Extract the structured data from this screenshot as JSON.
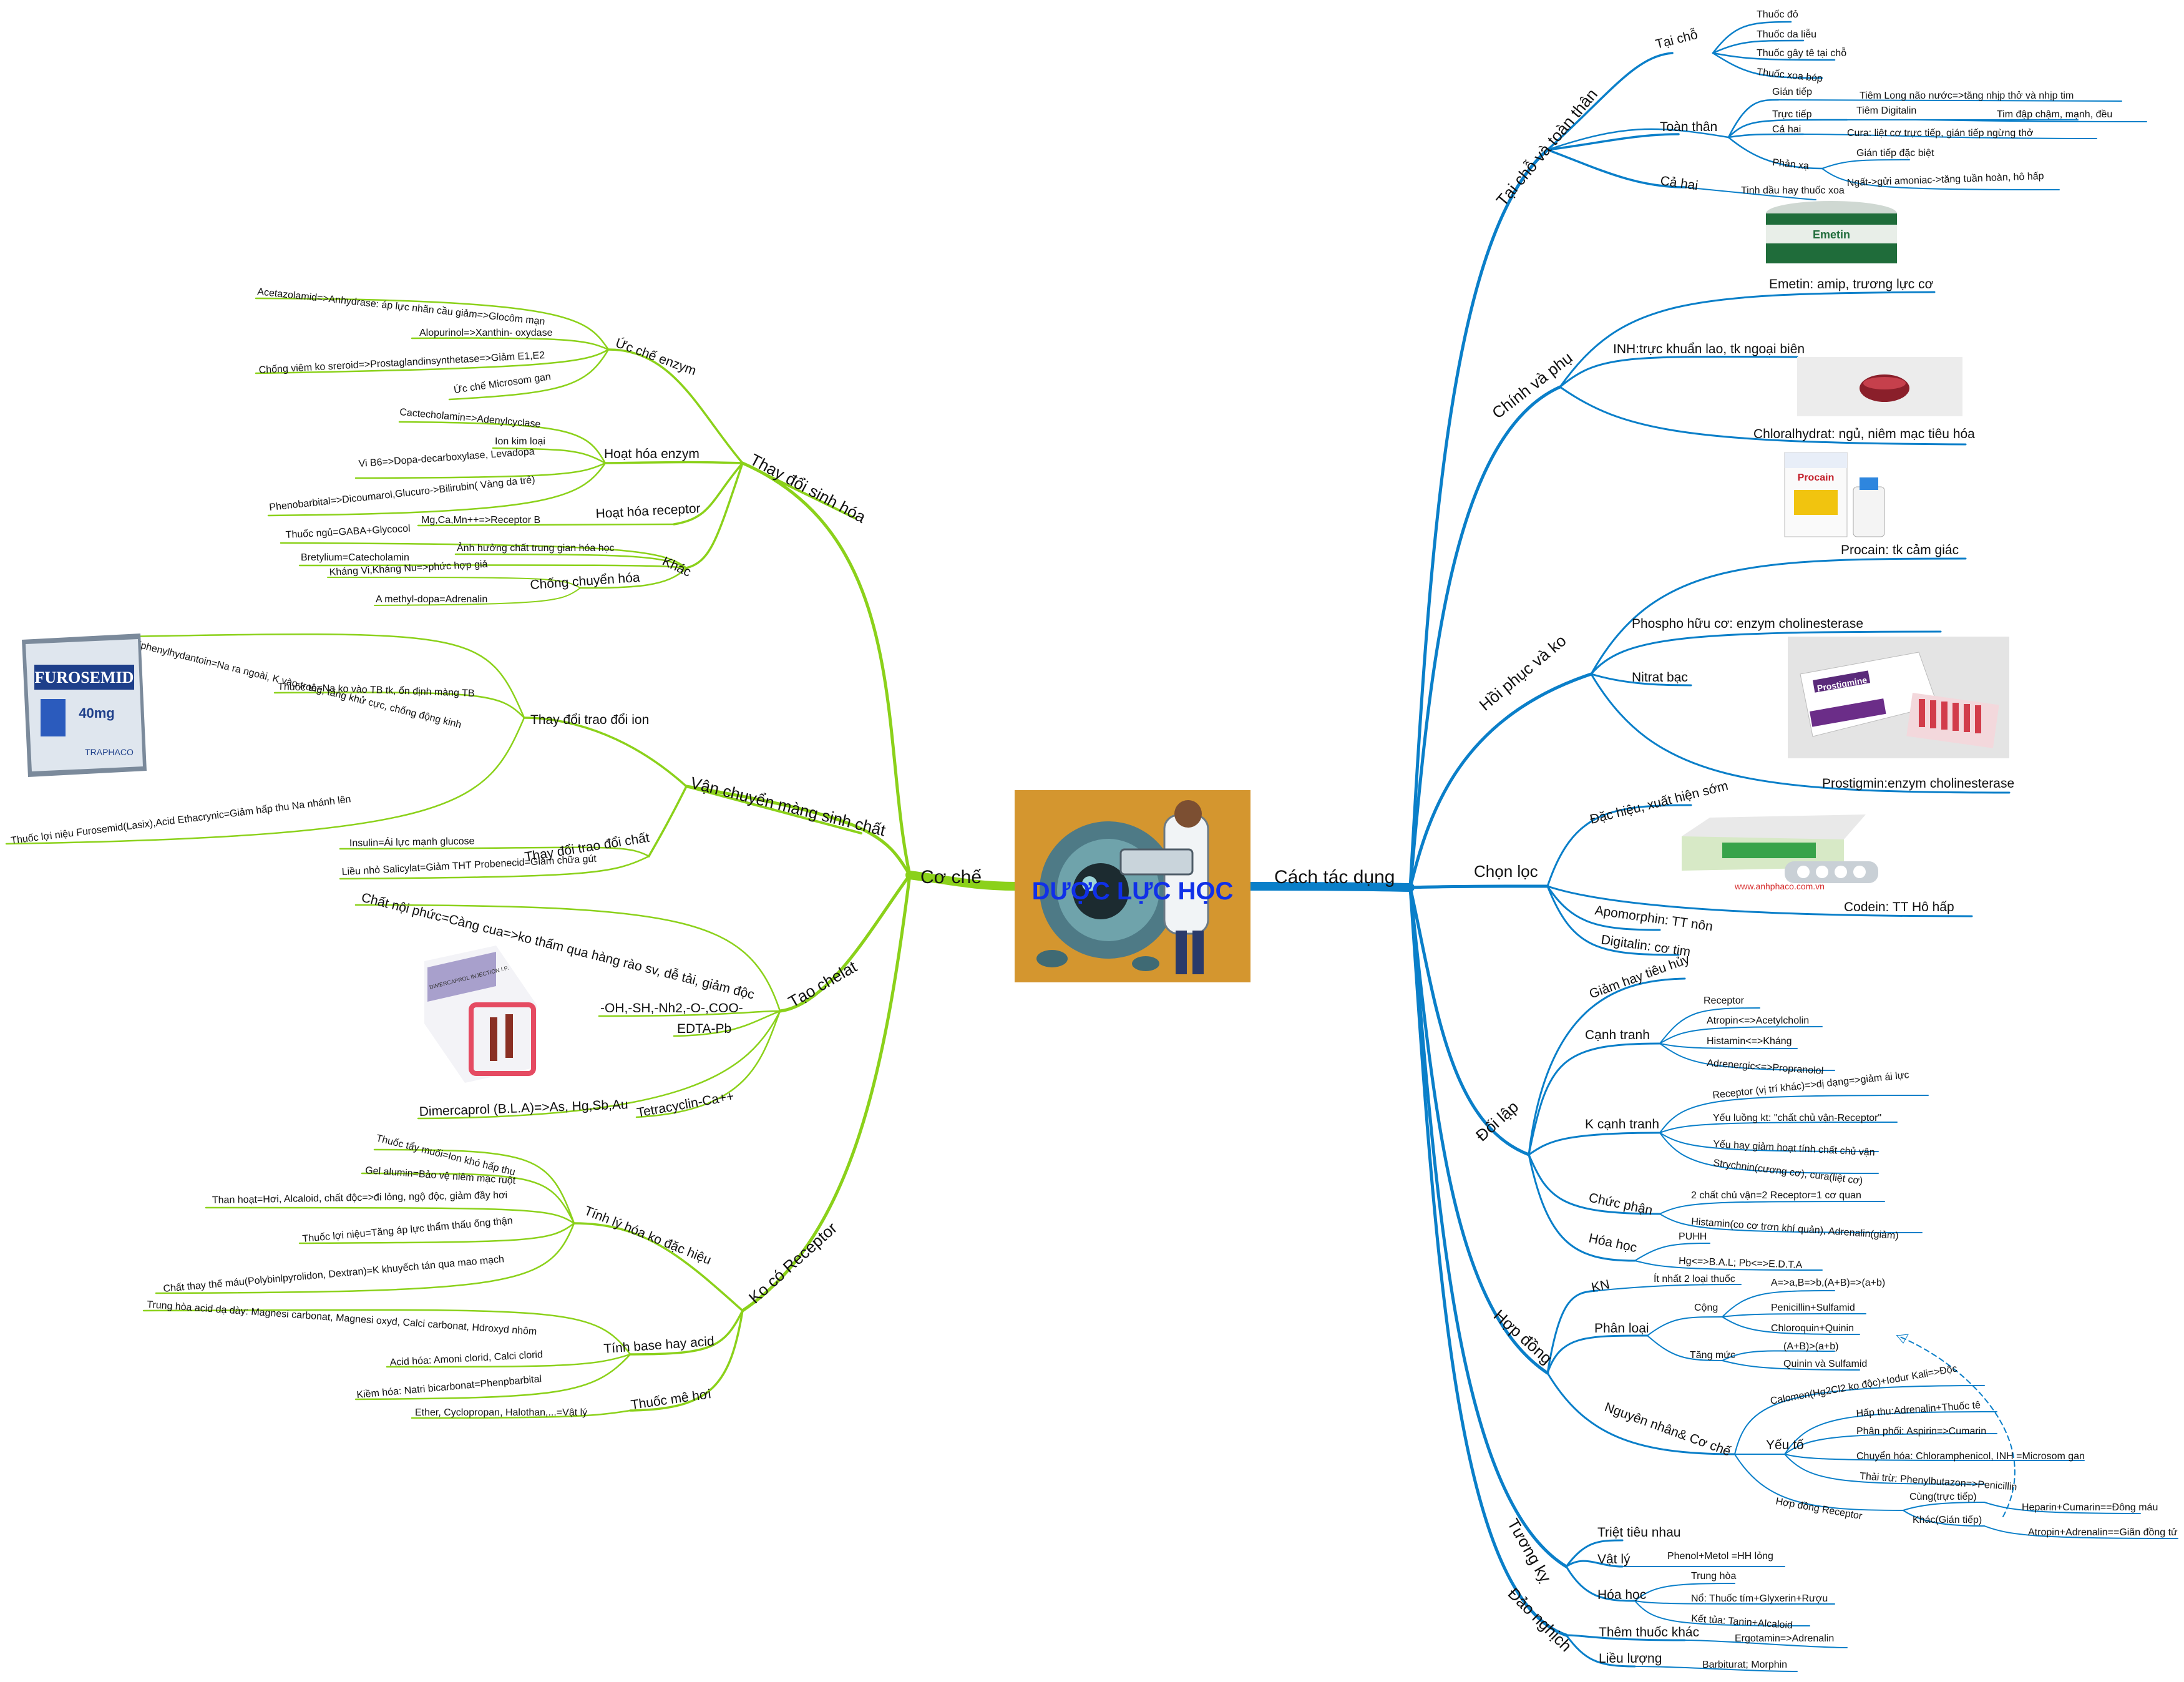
{
  "center": {
    "title": "DƯỢC LỰC HỌC"
  },
  "colors": {
    "left_branch": "#8bd11a",
    "right_branch": "#0a7fc9",
    "title": "#1030e8"
  },
  "left": {
    "label": "Cơ chế",
    "thay_doi_sinh_hoa": {
      "label": "Thay đổi sinh hóa",
      "uc_che_enzym": {
        "label": "Ức chế enzym",
        "items": [
          "Acetazolamid=>Anhydrase: áp lực nhãn cầu giảm=>Glocôm mạn",
          "Alopurinol=>Xanthin- oxydase",
          "Chống viêm ko sreroid=>Prostaglandinsynthetase=>Giảm E1,E2",
          "Ức chế Microsom gan"
        ]
      },
      "hoat_hoa_enzym": {
        "label": "Hoạt hóa enzym",
        "items": [
          "Cactecholamin=>Adenylcyclase",
          "Ion kim loại",
          "Vi B6=>Dopa-decarboxylase, Levadopa",
          "Phenobarbital=>Dicoumarol,Glucuro->Bilirubin( Vàng da trẻ)"
        ]
      },
      "hoat_hoa_receptor": {
        "label": "Hoạt hóa receptor",
        "items": [
          "Mg,Ca,Mn++=>Receptor B"
        ]
      },
      "khac": {
        "label": "Khác",
        "items": [
          "Thuốc ngủ=GABA+Glycocol",
          "Ảnh hưởng chất trung gian hóa học",
          "Bretylium=Catecholamin"
        ],
        "chong_chuyen_hoa": {
          "label": "Chống chuyển hóa",
          "items": [
            "Kháng Vi,Kháng Nu=>phức hợp giả",
            "A methyl-dopa=Adrenalin"
          ]
        }
      }
    },
    "van_chuyen": {
      "label": "Vận chuyển màng sinh chất",
      "thay_doi_trao_doi_ion": {
        "label": "Thay đổi trao đổi ion",
        "items": [
          "Diphenylhydantoin=Na ra ngoài, K vào trong, tăng khử cực, chống động kinh",
          "Thuốc tê=Na ko vào TB tk, ổn định màng TB",
          "Thuốc lợi niệu Furosemid(Lasix),Acid Ethacrynic=Giảm hấp thu Na nhánh lên"
        ]
      },
      "thay_doi_trao_doi_chat": {
        "label": "Thay đổi trao đổi chất",
        "items": [
          "Insulin=Ái lực mạnh glucose",
          "Liều nhỏ Salicylat=Giảm THT Probenecid=Giảm chữa gút"
        ]
      },
      "image_label": "FUROSEMID",
      "image_sub": "40mg",
      "image_brand": "TRAPHACO"
    },
    "tao_chelat": {
      "label": "Tạo chelat",
      "items": [
        "Chất nội phức=Càng cua=>ko thấm qua hàng rào sv, dễ tải, giảm độc",
        "-OH,-SH,-Nh2,-O-,COO-",
        "EDTA-Pb",
        "Dimercaprol (B.L.A)=>As, Hg,Sb,Au",
        "Tetracyclin-Ca++"
      ],
      "image_label": "DIMERCAPROL INJECTION I.P."
    },
    "ko_co_receptor": {
      "label": "Ko có Receptor",
      "tinh_ly_hoa": {
        "label": "Tính lý hóa ko đặc hiệu",
        "items": [
          "Thuốc tẩy muối=Ion khó hấp thu",
          "Gel alumin=Bảo vệ niêm mạc ruột",
          "Than hoạt=Hơi, Alcaloid, chất độc=>đi lỏng, ngộ độc, giảm đầy hơi",
          "Thuốc lợi niệu=Tăng áp lực thẩm thấu ống thận",
          "Chất thay thế máu(Polybinlpyrolidon, Dextran)=K khuyếch tán qua mao mạch"
        ]
      },
      "tinh_base": {
        "label": "Tính base hay acid",
        "items": [
          "Trung hòa acid dạ dày: Magnesi carbonat, Magnesi oxyd, Calci carbonat, Hdroxyd nhôm",
          "Acid hóa: Amoni clorid, Calci clorid",
          "Kiềm hóa: Natri bicarbonat=Phenpbarbital"
        ]
      },
      "thuoc_me_hoi": {
        "label": "Thuốc mê hơi",
        "items": [
          "Ether, Cyclopropan, Halothan,...=Vật lý"
        ]
      }
    }
  },
  "right": {
    "label": "Cách tác dụng",
    "tai_cho": {
      "label": "Tại chỗ và toàn thân",
      "tai_cho_sub": {
        "label": "Tại chỗ",
        "items": [
          "Thuốc đỏ",
          "Thuốc da liễu",
          "Thuốc gây tê tại chỗ",
          "Thuốc xoa bóp"
        ]
      },
      "toan_than": {
        "label": "Toàn thân",
        "gian_tiep": "Gián tiếp",
        "gian_tiep_v": "Tiêm Long não nước=>tăng nhịp thở và nhịp tim",
        "truc_tiep": "Trực tiếp",
        "truc_tiep_v": "Tiêm Digitalin",
        "truc_tiep_v2": "Tim đập chậm, mạnh, đều",
        "ca_hai": "Cả hai",
        "ca_hai_v": "Cura: liệt cơ trực tiếp, gián tiếp ngừng thở",
        "phan_xa": "Phản xạ",
        "phan_xa_v1": "Gián tiếp đặc biệt",
        "phan_xa_v2": "Ngất->gửi amoniac->tăng tuần hoàn, hô hấp"
      },
      "ca_hai2": {
        "label": "Cả hai",
        "value": "Tinh dầu hay thuốc xoa"
      }
    },
    "chinh_phu": {
      "label": "Chính và phụ",
      "items": [
        "Emetin: amip, trương lực cơ",
        "INH:trực khuẩn lao, tk ngoại biên",
        "Chloralhydrat: ngủ, niêm mạc tiêu hóa"
      ],
      "image_label": "Emetin"
    },
    "hoi_phuc": {
      "label": "Hồi phục và ko",
      "items": [
        "Procain: tk cảm giác",
        "Phospho hữu cơ: enzym cholinesterase",
        "Nitrat bạc",
        "Prostigmin:enzym cholinesterase"
      ],
      "img1_label": "Procain",
      "img2_label": "Prostigmine"
    },
    "chon_loc": {
      "label": "Chọn lọc",
      "items": [
        "Đặc hiệu, xuất hiện sớm",
        "Codein: TT Hô hấp",
        "Apomorphin: TT nôn",
        "Digitalin: cơ tim"
      ],
      "image_url": "www.anhphaco.com.vn"
    },
    "doi_lap": {
      "label": "Đối lập",
      "giam_tieu_huy": "Giảm hay tiêu hủy",
      "canh_tranh": {
        "label": "Cạnh tranh",
        "items": [
          "Receptor",
          "Atropin<=>Acetylcholin",
          "Histamin<=>Kháng",
          "Adrenergic<=>Propranolol"
        ]
      },
      "k_canh_tranh": {
        "label": "K cạnh tranh",
        "items": [
          "Receptor (vị trí khác)=>dị dạng=>giảm ái lực",
          "Yếu luồng kt: \"chất chủ vận-Receptor\"",
          "Yếu hay giảm hoạt tính chất chủ vận",
          "Strychnin(cương cơ), cura(liệt cơ)"
        ]
      },
      "chuc_phan": {
        "label": "Chức phận",
        "items": [
          "2 chất chủ vận=2 Receptor=1 cơ quan",
          "Histamin(co cơ trơn khí quản), Adrenalin(giảm)"
        ]
      },
      "hoa_hoc": {
        "label": "Hóa học",
        "items": [
          "PUHH",
          "Hg<=>B.A.L; Pb<=>E.D.T.A"
        ]
      }
    },
    "hop_dong": {
      "label": "Hợp đồng",
      "kn": {
        "label": "KN",
        "value": "Ít nhất 2 loại thuốc"
      },
      "phan_loai": {
        "label": "Phân loại",
        "cong": {
          "label": "Cộng",
          "items": [
            "A=>a,B=>b,(A+B)=>(a+b)",
            "Penicillin+Sulfamid",
            "Chloroquin+Quinin"
          ]
        },
        "tang_muc": {
          "label": "Tăng mức",
          "items": [
            "(A+B)>(a+b)",
            "Quinin và Sulfamid"
          ]
        }
      },
      "nguyen_nhan": {
        "label": "Nguyên nhân& Cơ chế",
        "calomen": "Calomen(Hg2Cl2 ko độc)+Iodur Kali=>Độc",
        "yeu_to": {
          "label": "Yếu tố",
          "items": [
            "Hấp thu:Adrenalin+Thuốc tê",
            "Phân phối: Aspirin=>Cumarin",
            "Chuyển hóa: Chloramphenicol, INH =Microsom gan",
            "Thải trừ: Phenylbutazon=>Penicillin"
          ]
        },
        "hop_dong_receptor": {
          "label": "Hợp đồng Receptor",
          "cung": "Cùng(trực tiếp)",
          "khac": "Khác(Gián tiếp)",
          "cung_v": "Heparin+Cumarin==Đông máu",
          "khac_v": "Atropin+Adrenalin==Giãn đồng tử"
        }
      }
    },
    "tuong_ky": {
      "label": "Tương kỵ",
      "triet_tieu": "Triệt tiêu nhau",
      "vat_ly": {
        "label": "Vật lý",
        "value": "Phenol+Metol =HH lỏng"
      },
      "hoa_hoc": {
        "label": "Hóa học",
        "items": [
          "Trung hòa",
          "Nổ: Thuốc tím+Glyxerin+Rượu",
          "Kết tủa: Tanin+Alcaloid"
        ]
      }
    },
    "dao_nghich": {
      "label": "Đảo nghịch",
      "them": {
        "label": "Thêm thuốc khác",
        "value": "Ergotamin=>Adrenalin"
      },
      "lieu": {
        "label": "Liều lượng",
        "value": "Barbiturat; Morphin"
      }
    }
  }
}
